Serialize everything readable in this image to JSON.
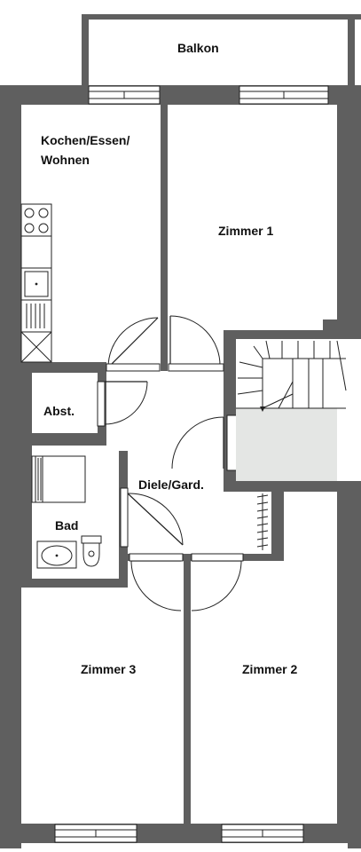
{
  "colors": {
    "wall": "#5f5f5f",
    "stair_fill": "#e4e6e4",
    "balcony_wall": "#5f5f5f",
    "background": "#ffffff"
  },
  "rooms": {
    "balkon": "Balkon",
    "kochen_line1": "Kochen/Essen/",
    "kochen_line2": "Wohnen",
    "zimmer1": "Zimmer 1",
    "abst": "Abst.",
    "diele": "Diele/Gard.",
    "bad": "Bad",
    "zimmer3": "Zimmer 3",
    "zimmer2": "Zimmer 2"
  },
  "icons": {
    "stove": "cooktop-icon",
    "sink": "kitchen-sink-icon",
    "drainboard": "drainboard-icon",
    "dishwasher": "appliance-icon",
    "bathtub": "bathtub-icon",
    "washbasin": "washbasin-icon",
    "toilet": "toilet-icon",
    "stairs": "staircase-icon"
  }
}
